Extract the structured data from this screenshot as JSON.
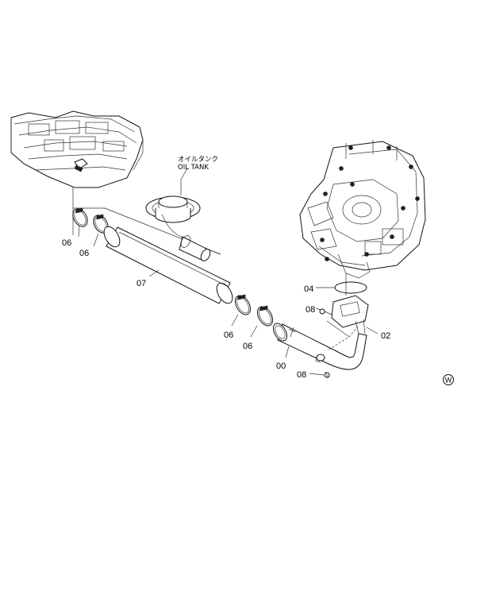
{
  "labels": {
    "oil_tank_jp": "オイルタンク",
    "oil_tank_en": "OIL TANK",
    "w_mark": "W"
  },
  "callouts": {
    "c06_a": "06",
    "c06_b": "06",
    "c07": "07",
    "c06_c": "06",
    "c06_d": "06",
    "c04": "04",
    "c08_a": "08",
    "c02": "02",
    "c00": "00",
    "c08_b": "08"
  },
  "colors": {
    "line": "#111111",
    "background": "#ffffff"
  }
}
